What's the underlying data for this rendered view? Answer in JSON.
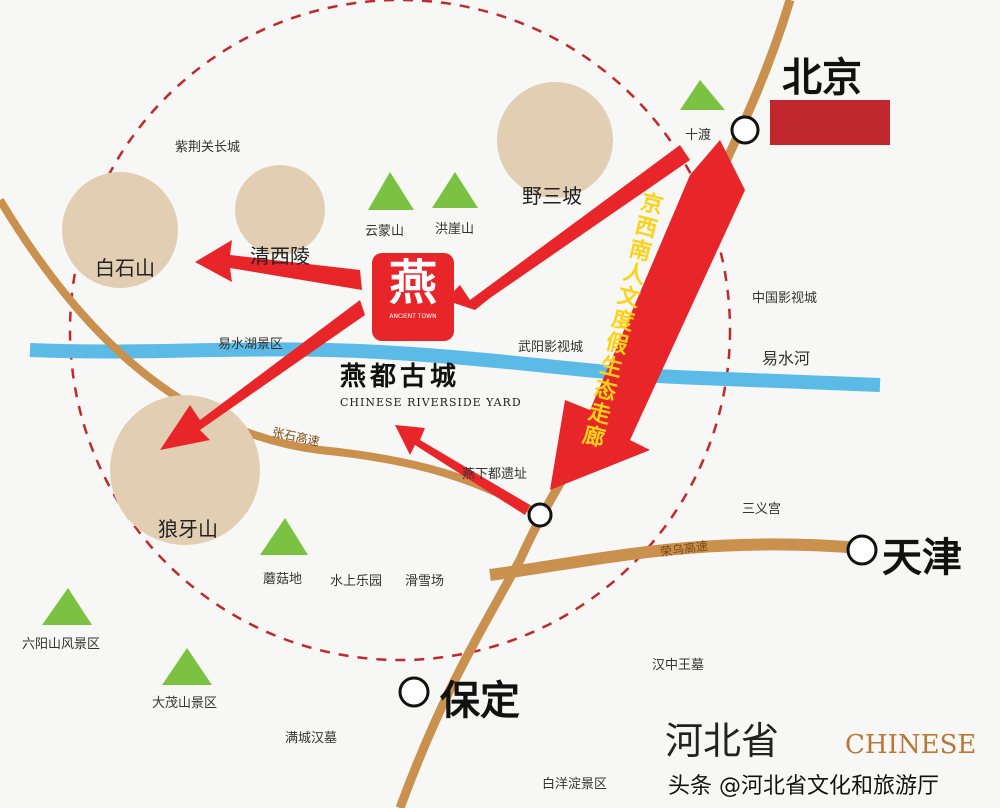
{
  "cities": {
    "beijing": "北京",
    "tianjin": "天津",
    "baoding": "保定"
  },
  "center": {
    "logo_char": "燕",
    "logo_en": "ANCIENT TOWN",
    "name": "燕都古城",
    "subtitle": "CHINESE RIVERSIDE YARD"
  },
  "circle_sites": {
    "baishishan": "白石山",
    "qingxiling": "清西陵",
    "yesanpo": "野三坡",
    "langyashan": "狼牙山"
  },
  "corridor_label": "京西南人文度假生态走廊",
  "roads": {
    "zhangshi": "张石高速",
    "rongwu": "荣乌高速"
  },
  "sites": {
    "shidu": "十渡",
    "zijingguan": "紫荆关长城",
    "yunmengshan": "云蒙山",
    "hongyashan": "洪崖山",
    "yishuihu": "易水湖景区",
    "film_city": "武阳影视城",
    "china_film": "中国影视城",
    "yishui_river": "易水河",
    "yanxiadu": "燕下都遗址",
    "sanyigong": "三义宫",
    "mushroom": "蘑菇地",
    "water_park": "水上乐园",
    "ski": "滑雪场",
    "liuyang": "六阳山风景区",
    "damaoshan": "大茂山景区",
    "mancheng": "满城汉墓",
    "hanzhongwang": "汉中王墓",
    "baiyangdian": "白洋淀景区"
  },
  "province": "河北省",
  "brand": "CHINESE",
  "watermark": "头条 @河北省文化和旅游厅",
  "colors": {
    "arrow": "#e8262a",
    "river": "#5bbbe6",
    "road": "#c9904e",
    "circle": "#e2cfb3",
    "mountain": "#7cc242"
  }
}
